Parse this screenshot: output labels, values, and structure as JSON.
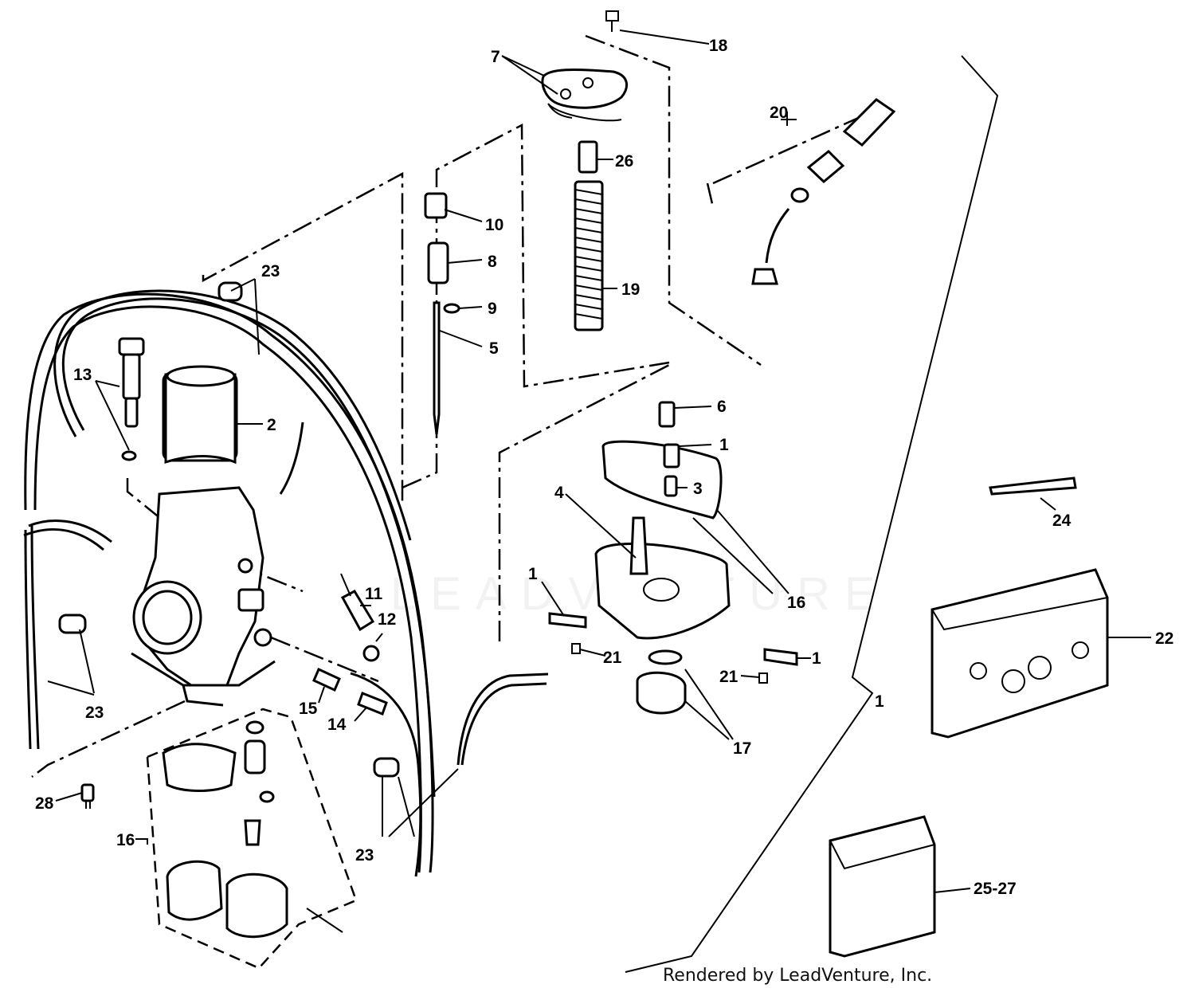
{
  "diagram": {
    "credit": "Rendered by LeadVenture, Inc.",
    "watermark": "LEADVENTURE",
    "callouts": {
      "c1a": "1",
      "c1b": "1",
      "c1c": "1",
      "c1d": "1",
      "c2": "2",
      "c3": "3",
      "c4": "4",
      "c5": "5",
      "c6": "6",
      "c7": "7",
      "c8": "8",
      "c9": "9",
      "c10": "10",
      "c11": "11",
      "c12": "12",
      "c13": "13",
      "c14": "14",
      "c15": "15",
      "c16a": "16",
      "c16b": "16",
      "c17": "17",
      "c18": "18",
      "c19": "19",
      "c20": "20",
      "c21a": "21",
      "c21b": "21",
      "c22": "22",
      "c23a": "23",
      "c23b": "23",
      "c23c": "23",
      "c24": "24",
      "c25_27": "25-27",
      "c26": "26",
      "c28": "28"
    }
  }
}
